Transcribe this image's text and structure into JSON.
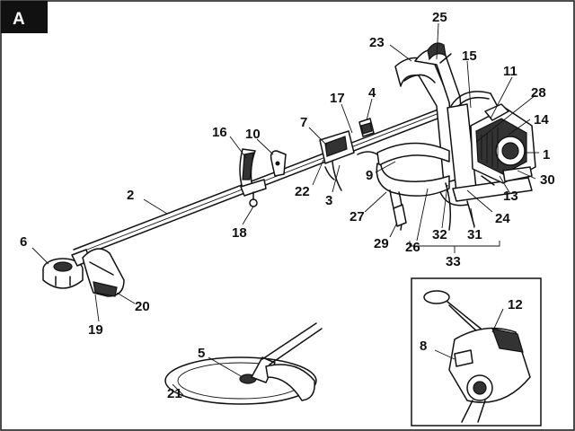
{
  "panel_letter": "A",
  "callouts": [
    "25",
    "23",
    "15",
    "11",
    "28",
    "14",
    "1",
    "30",
    "13",
    "24",
    "31",
    "32",
    "26",
    "27",
    "29",
    "9",
    "3",
    "22",
    "7",
    "17",
    "4",
    "16",
    "10",
    "18",
    "2",
    "6",
    "19",
    "20",
    "33",
    "5",
    "21",
    "12",
    "8"
  ]
}
